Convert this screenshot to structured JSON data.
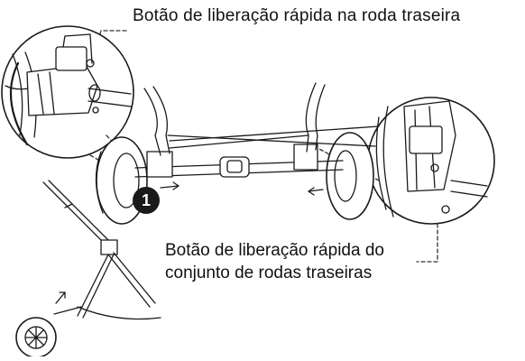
{
  "labels": {
    "top_callout": "Botão de liberação rápida na roda traseira",
    "bottom_callout_line1": "Botão de liberação rápida do",
    "bottom_callout_line2": "conjunto de rodas traseiras"
  },
  "step": {
    "number": "1"
  },
  "colors": {
    "line": "#1a1a1a",
    "dashed": "#333333",
    "background": "#ffffff"
  }
}
